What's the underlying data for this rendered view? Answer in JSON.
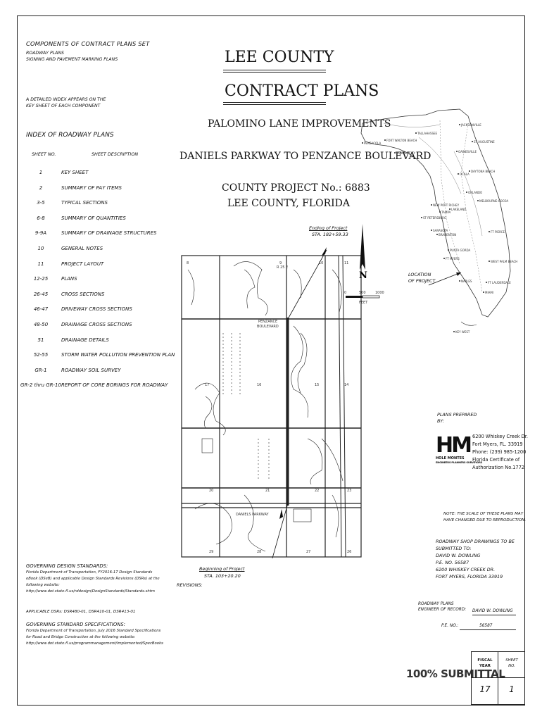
{
  "components": {
    "title": "COMPONENTS OF CONTRACT PLANS SET",
    "items": [
      "ROADWAY PLANS",
      "SIGNING AND PAVEMENT MARKING PLANS"
    ],
    "key_note_1": "A DETAILED INDEX APPEARS ON THE",
    "key_note_2": "KEY SHEET OF EACH COMPONENT"
  },
  "index": {
    "title": "INDEX OF ROADWAY PLANS",
    "col_sheet": "SHEET NO.",
    "col_desc": "SHEET DESCRIPTION",
    "rows": [
      {
        "no": "1",
        "desc": "KEY SHEET"
      },
      {
        "no": "2",
        "desc": "SUMMARY OF PAY ITEMS"
      },
      {
        "no": "3-5",
        "desc": "TYPICAL SECTIONS"
      },
      {
        "no": "6-8",
        "desc": "SUMMARY OF QUANTITIES"
      },
      {
        "no": "9-9A",
        "desc": "SUMMARY OF DRAINAGE STRUCTURES"
      },
      {
        "no": "10",
        "desc": "GENERAL NOTES"
      },
      {
        "no": "11",
        "desc": "PROJECT LAYOUT"
      },
      {
        "no": "12-25",
        "desc": "PLANS"
      },
      {
        "no": "26-45",
        "desc": "CROSS SECTIONS"
      },
      {
        "no": "46-47",
        "desc": "DRIVEWAY CROSS SECTIONS"
      },
      {
        "no": "48-50",
        "desc": "DRAINAGE CROSS SECTIONS"
      },
      {
        "no": "51",
        "desc": "DRAINAGE DETAILS"
      },
      {
        "no": "52-55",
        "desc": "STORM WATER POLLUTION PREVENTION PLAN"
      },
      {
        "no": "GR-1",
        "desc": "ROADWAY SOIL SURVEY"
      },
      {
        "no": "GR-2 thru GR-10",
        "desc": "REPORT OF CORE BORINGS FOR ROADWAY"
      }
    ]
  },
  "titles": {
    "county": "LEE COUNTY",
    "contract": "CONTRACT PLANS",
    "project_name": "PALOMINO LANE IMPROVEMENTS",
    "limits": "DANIELS PARKWAY TO PENZANCE BOULEVARD",
    "project_no": "COUNTY PROJECT No.: 6883",
    "location": "LEE COUNTY, FLORIDA"
  },
  "map": {
    "ending_label": "Ending of Project",
    "ending_sta": "STA. 182+59.33",
    "beginning_label": "Beginning of Project",
    "beginning_sta": "STA. 103+20.20",
    "range": "R 25 E",
    "north": "N",
    "scale_0": "0",
    "scale_1": "500",
    "scale_2": "1000",
    "scale_unit": "FEET",
    "penzance_1": "PENZANCE",
    "penzance_2": "BOULEVARD",
    "daniels": "DANIELS PARKWAY",
    "sections": [
      "8",
      "9",
      "10",
      "11",
      "17",
      "16",
      "15",
      "14",
      "20",
      "21",
      "22",
      "23",
      "29",
      "28",
      "27",
      "26"
    ]
  },
  "florida": {
    "location_1": "LOCATION",
    "location_2": "OF PROJECT",
    "cities": [
      "PENSACOLA",
      "FORT WALTON BEACH",
      "PANAMA CITY",
      "TALLAHASSEE",
      "JACKSONVILLE",
      "ST AUGUSTINE",
      "GAINESVILLE",
      "OCALA",
      "DAYTONA BEACH",
      "ORLANDO",
      "NEW PORT RICHEY",
      "TAMPA",
      "ST PETERSBURG",
      "LAKELAND",
      "BRADENTON",
      "SARASOTA",
      "MELBOURNE-COCOA",
      "FT PIERCE",
      "PUNTA GORDA",
      "FT MYERS",
      "WEST PALM BEACH",
      "NAPLES",
      "FT LAUDERDALE",
      "MIAMI",
      "KEY WEST"
    ]
  },
  "prepared": {
    "label_1": "PLANS PREPARED",
    "label_2": "BY:",
    "logo_text": "HM",
    "logo_name": "HOLE MONTES",
    "logo_sub": "ENGINEERS·PLANNERS·SURVEYORS",
    "addr": [
      "6200 Whiskey Creek Dr.",
      "Fort Myers, FL. 33919",
      "Phone: (239) 985-1200",
      "Florida Certificate of",
      "Authorization No.1772"
    ]
  },
  "scale_note_1": "NOTE: THE SCALE OF THESE PLANS MAY",
  "scale_note_2": "HAVE CHANGED DUE TO REPRODUCTION.",
  "shop": [
    "ROADWAY SHOP DRAWINGS TO BE",
    "SUBMITTED TO:",
    "DAVID W. DOWLING",
    "P.E. NO. 56587",
    "6200 WHISKEY CREEK DR.",
    "FORT MYERS, FLORIDA 33919"
  ],
  "standards": {
    "design_title": "GOVERNING DESIGN STANDARDS:",
    "design_text": [
      "Florida Department of Transportation, FY2016-17 Design Standards",
      "eBook (DSeB) and applicable Design Standards Revisions (DSRs) at the",
      "following website:",
      "http://www.dot.state.fl.us/rddesign/DesignStandards/Standards.shtm"
    ],
    "dsrs": "APPLICABLE DSRs: DSR480-01, DSR410-01, DSR413-01",
    "spec_title": "GOVERNING STANDARD SPECIFICATIONS:",
    "spec_text": [
      "Florida Department of Transportation, July 2016 Standard Specifications",
      "for Road and Bridge Construction at the following website:",
      "http://www.dot.state.fl.us/programmanagement/implemented/SpecBooks"
    ]
  },
  "revisions": "REVISIONS:",
  "engineer": {
    "label_1": "ROADWAY PLANS",
    "label_2": "ENGINEER OF RECORD:",
    "name": "DAVID W. DOWLING",
    "pe_label": "P.E. NO.:",
    "pe_no": "56587"
  },
  "submittal": "100% SUBMITTAL",
  "titleblock": {
    "fiscal_label_1": "FISCAL",
    "fiscal_label_2": "YEAR",
    "sheet_label_1": "SHEET",
    "sheet_label_2": "NO.",
    "fiscal_year": "17",
    "sheet_no": "1"
  }
}
